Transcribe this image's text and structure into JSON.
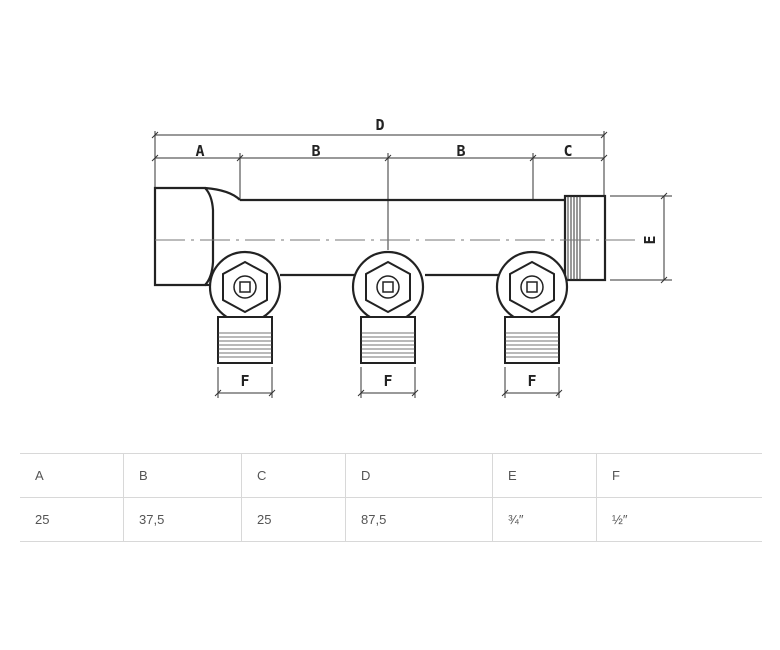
{
  "drawing": {
    "dimension_letters": {
      "overall": "D",
      "inlet": "A",
      "pitch_1": "B",
      "pitch_2": "B",
      "outlet": "C",
      "height": "E",
      "branch_1": "F",
      "branch_2": "F",
      "branch_3": "F"
    }
  },
  "table": {
    "headers": [
      "A",
      "B",
      "C",
      "D",
      "E",
      "F"
    ],
    "values": [
      "25",
      "37,5",
      "25",
      "87,5",
      "¾″",
      "½″"
    ]
  }
}
